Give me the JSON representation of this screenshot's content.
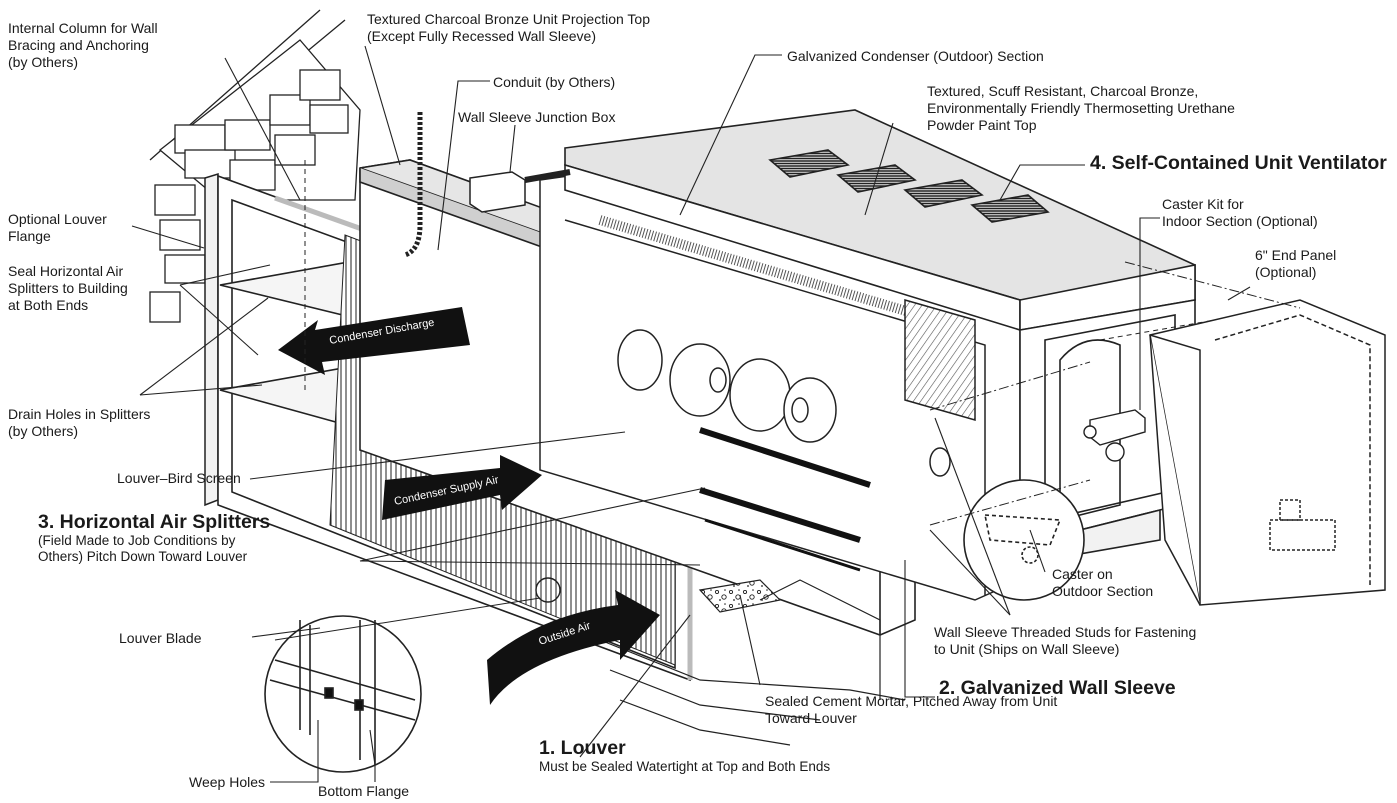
{
  "labels": {
    "internal_column": "Internal Column for Wall\nBracing and Anchoring\n (by Others)",
    "projection_top": "Textured Charcoal Bronze Unit Projection Top\n(Except Fully Recessed Wall Sleeve)",
    "condenser_section": "Galvanized Condenser (Outdoor) Section",
    "conduit": "Conduit (by Others)",
    "junction_box": "Wall Sleeve Junction Box",
    "paint_top": "Textured, Scuff Resistant, Charcoal Bronze,\nEnvironmentally Friendly Thermosetting Urethane\nPowder Paint Top",
    "optional_louver_flange": "Optional Louver\nFlange",
    "seal_splitters": "Seal Horizontal Air\nSplitters to Building\nat Both Ends",
    "drain_holes": "Drain Holes in Splitters\n(by Others)",
    "bird_screen": "Louver–Bird Screen",
    "caster_kit": "Caster Kit for\nIndoor Section (Optional)",
    "end_panel": "6\" End Panel\n(Optional)",
    "caster_outdoor": "Caster on\nOutdoor Section",
    "threaded_studs": "Wall Sleeve Threaded Studs for Fastening\nto Unit (Ships on Wall Sleeve)",
    "sealed_mortar": "Sealed Cement Mortar, Pitched Away from Unit\nToward Louver",
    "louver_blade": "Louver Blade",
    "weep_holes": "Weep Holes",
    "bottom_flange": "Bottom Flange"
  },
  "headings": {
    "unit_ventilator": "4. Self-Contained Unit Ventilator",
    "air_splitters": "3. Horizontal Air Splitters",
    "air_splitters_note": "(Field Made to Job Conditions by\nOthers) Pitch Down Toward Louver",
    "wall_sleeve": "2. Galvanized Wall Sleeve",
    "louver": "1. Louver",
    "louver_note": "Must be Sealed Watertight at Top and Both Ends"
  },
  "arrows": {
    "condenser_discharge": "Condenser Discharge",
    "condenser_supply": "Condenser Supply Air",
    "outside_air": "Outside Air"
  }
}
